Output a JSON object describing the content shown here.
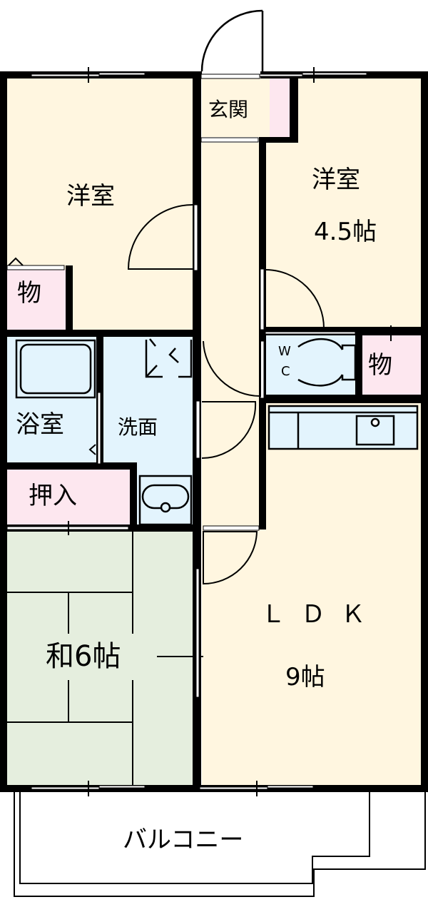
{
  "floor_plan": {
    "colors": {
      "western_room": "#fff6e0",
      "wet_area": "#e3f4fd",
      "storage": "#fde7ef",
      "tatami": "#e5eede",
      "wall": "#000000",
      "balcony": "#ffffff"
    },
    "rooms": {
      "entrance": {
        "label": "玄関"
      },
      "western_room_left": {
        "label": "洋室"
      },
      "western_room_right": {
        "label": "洋室",
        "size": "4.5帖"
      },
      "closet_left": {
        "label": "物"
      },
      "closet_right": {
        "label": "物"
      },
      "bathroom": {
        "label": "浴室"
      },
      "washroom": {
        "label": "洗面"
      },
      "toilet": {
        "label_line1": "W",
        "label_line2": "C"
      },
      "oshiire": {
        "label": "押入"
      },
      "japanese_room": {
        "label": "和6帖"
      },
      "ldk": {
        "label": "ＬＤＫ",
        "size": "9帖"
      },
      "balcony": {
        "label": "バルコニー"
      }
    }
  }
}
